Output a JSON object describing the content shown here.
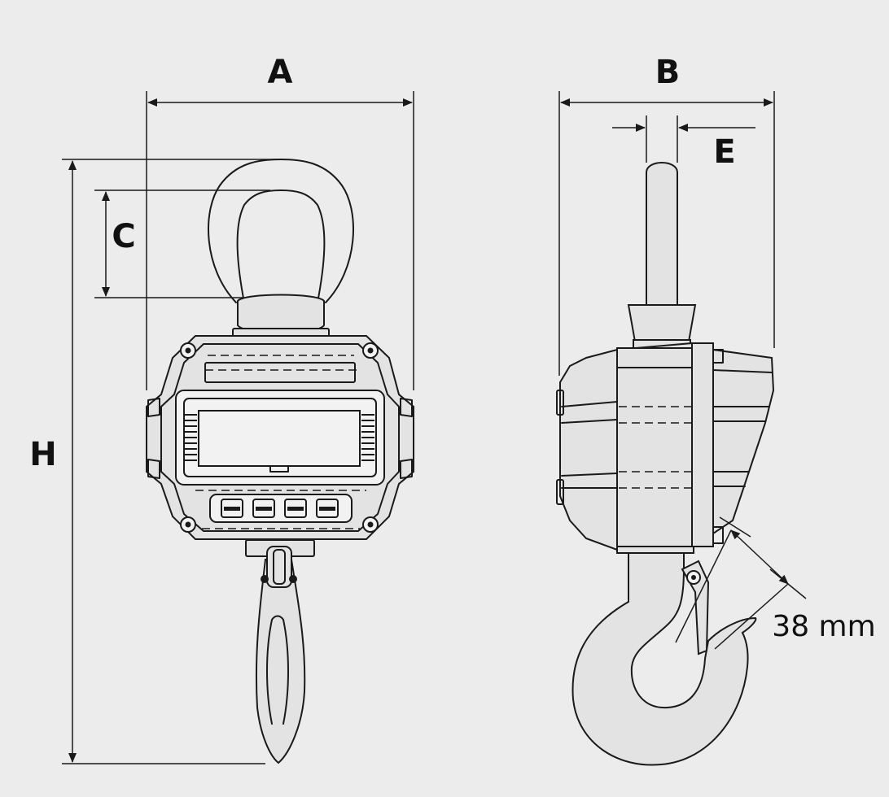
{
  "dimensions": {
    "A": "A",
    "B": "B",
    "C": "C",
    "E": "E",
    "H": "H",
    "hook_opening": "38 mm"
  },
  "colors": {
    "background": "#ececec",
    "line": "#1a1a1a",
    "body_fill": "#e3e3e3"
  },
  "icons": {
    "front_view": "crane-scale-front-icon",
    "side_view": "crane-scale-side-icon"
  }
}
